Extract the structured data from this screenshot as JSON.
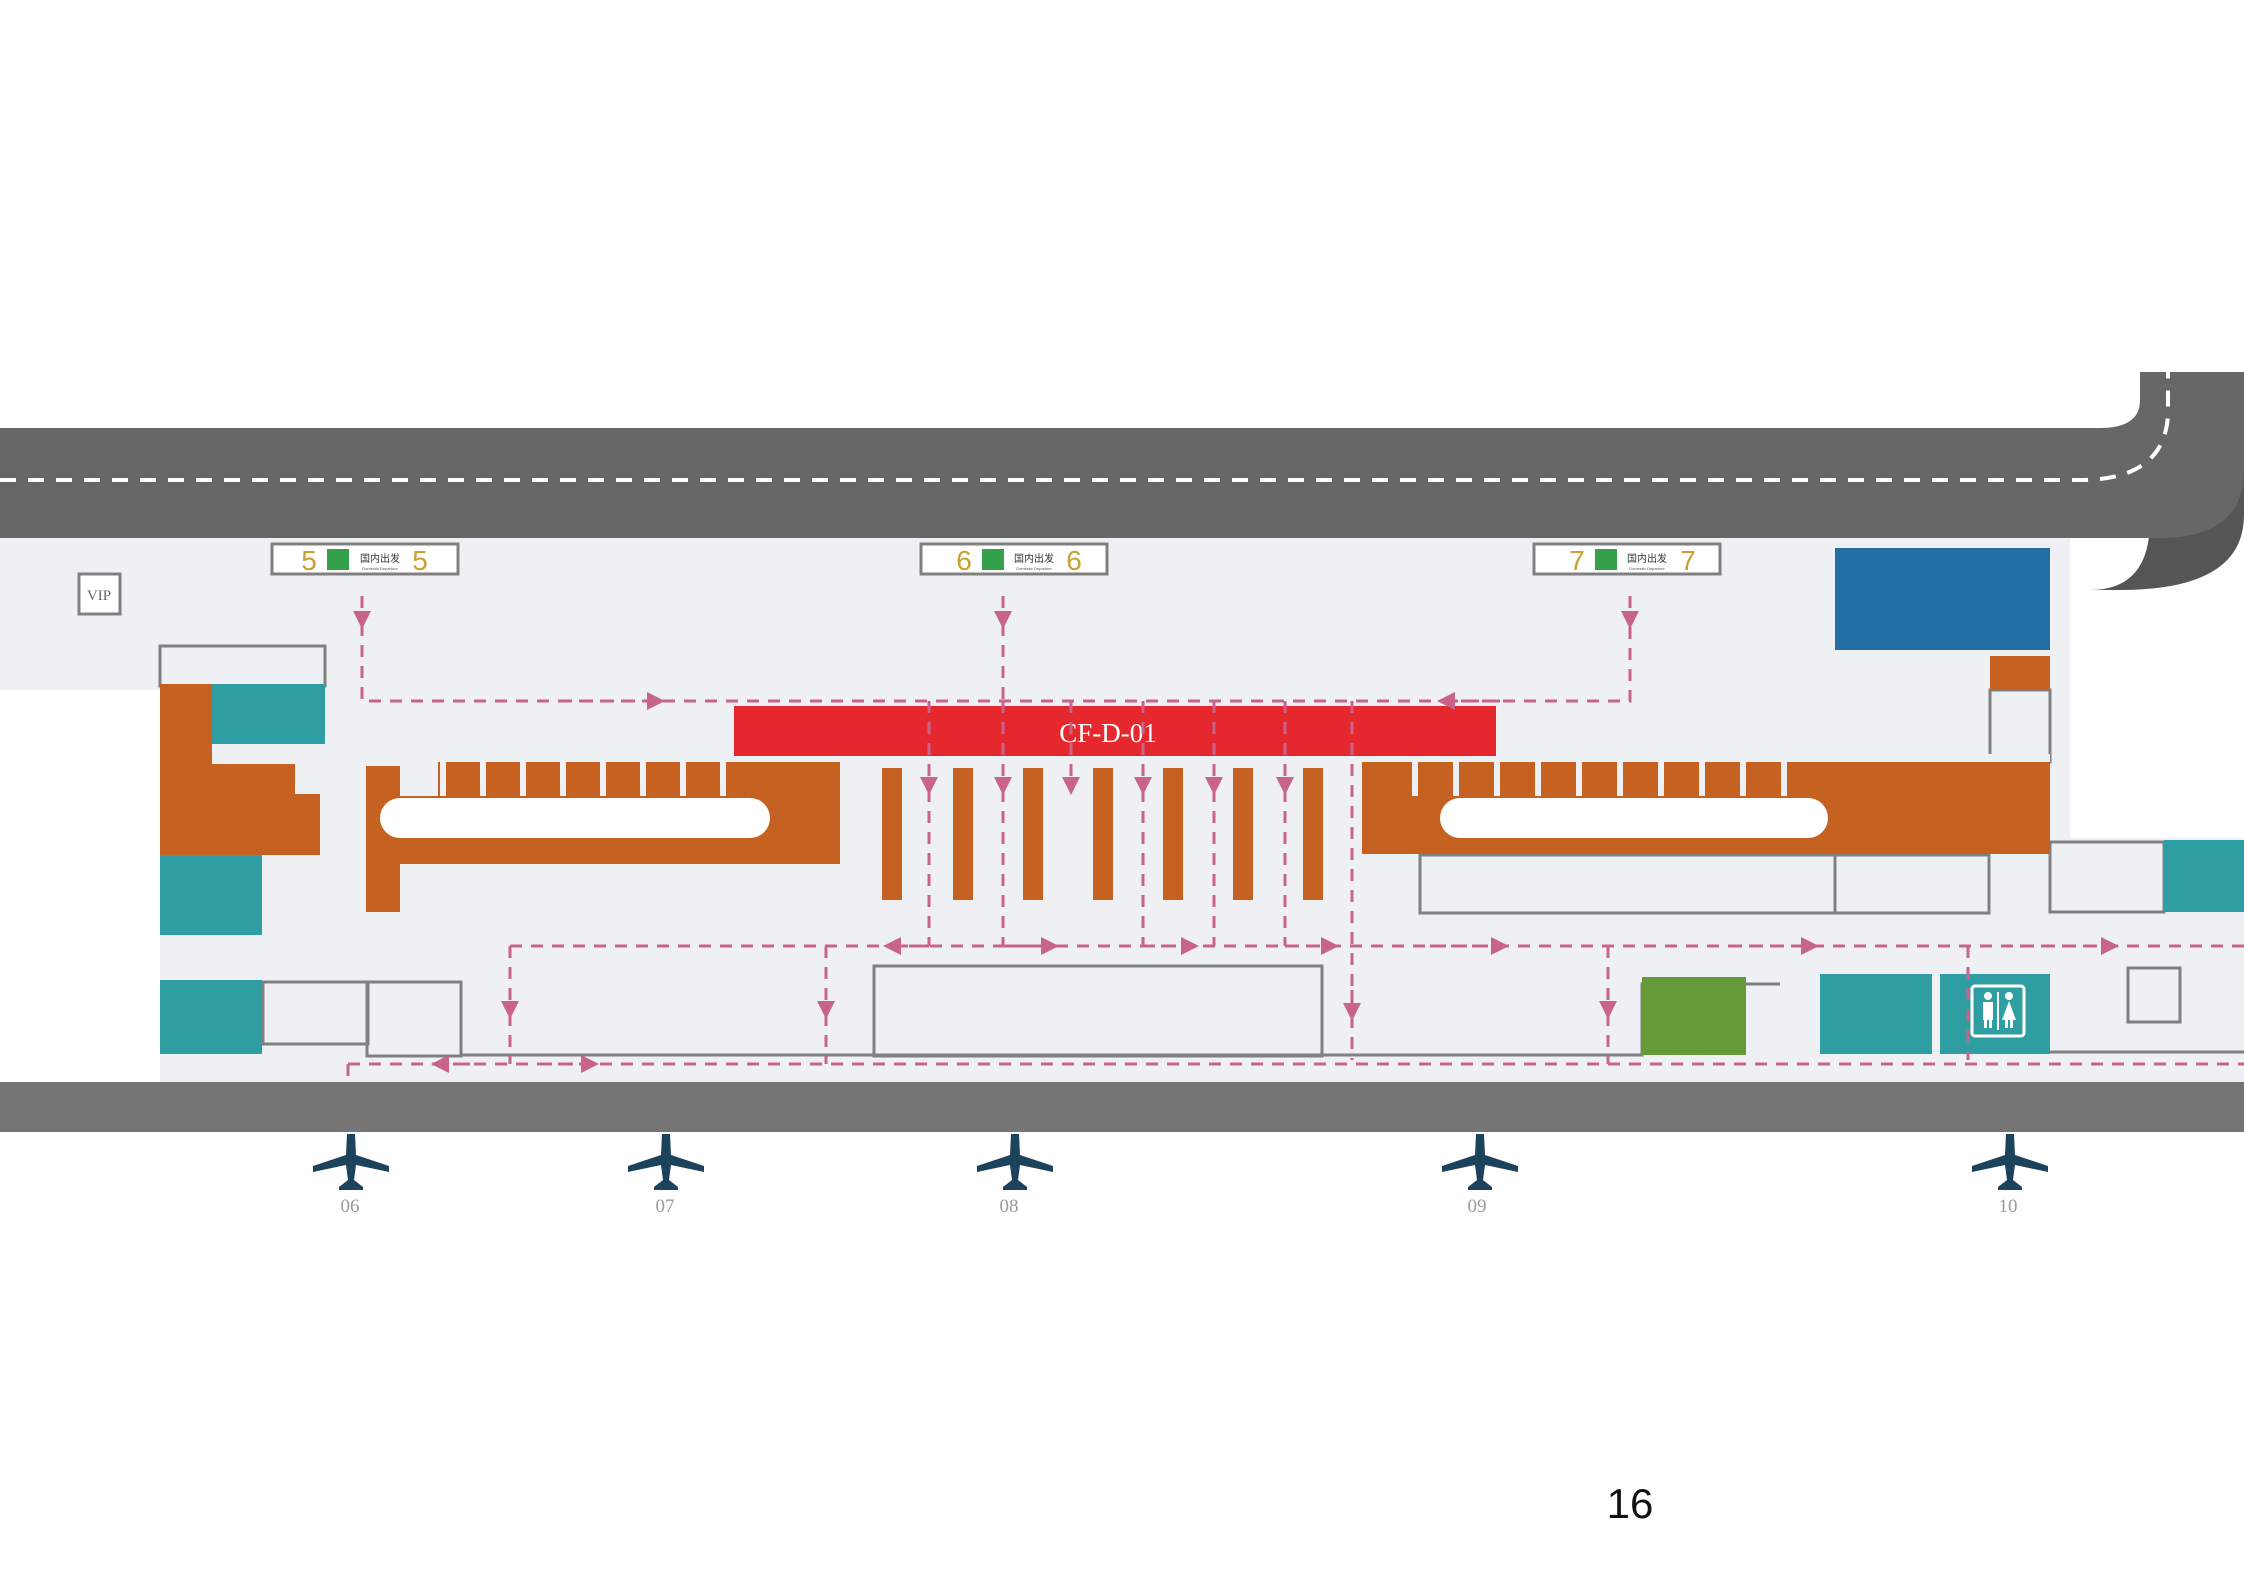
{
  "colors": {
    "road": "#666767",
    "road_shadow": "#555555",
    "floor": "#eff0f3",
    "counter": "#c56222",
    "teal": "#2f9ea2",
    "blue": "#236ea4",
    "green": "#669a39",
    "red_bar": "#e5282e",
    "path": "#c86489",
    "plane": "#1c425c",
    "outline": "#808080",
    "sign_number": "#c9a032",
    "sign_icon": "#33a04a"
  },
  "vip_label": "VIP",
  "checkin_area_label": "CF-D-01",
  "entrance_signs": [
    {
      "number": "5",
      "text": "国内出发",
      "subtext": "Domestic Departure"
    },
    {
      "number": "6",
      "text": "国内出发",
      "subtext": "Domestic Departure"
    },
    {
      "number": "7",
      "text": "国内出发",
      "subtext": "Domestic Departure"
    }
  ],
  "gates": [
    "06",
    "07",
    "08",
    "09",
    "10"
  ],
  "icons": {
    "entrance_sign": "airplane-icon",
    "gate": "airplane-icon",
    "toilet": "restroom-icon"
  },
  "page_number": "16"
}
